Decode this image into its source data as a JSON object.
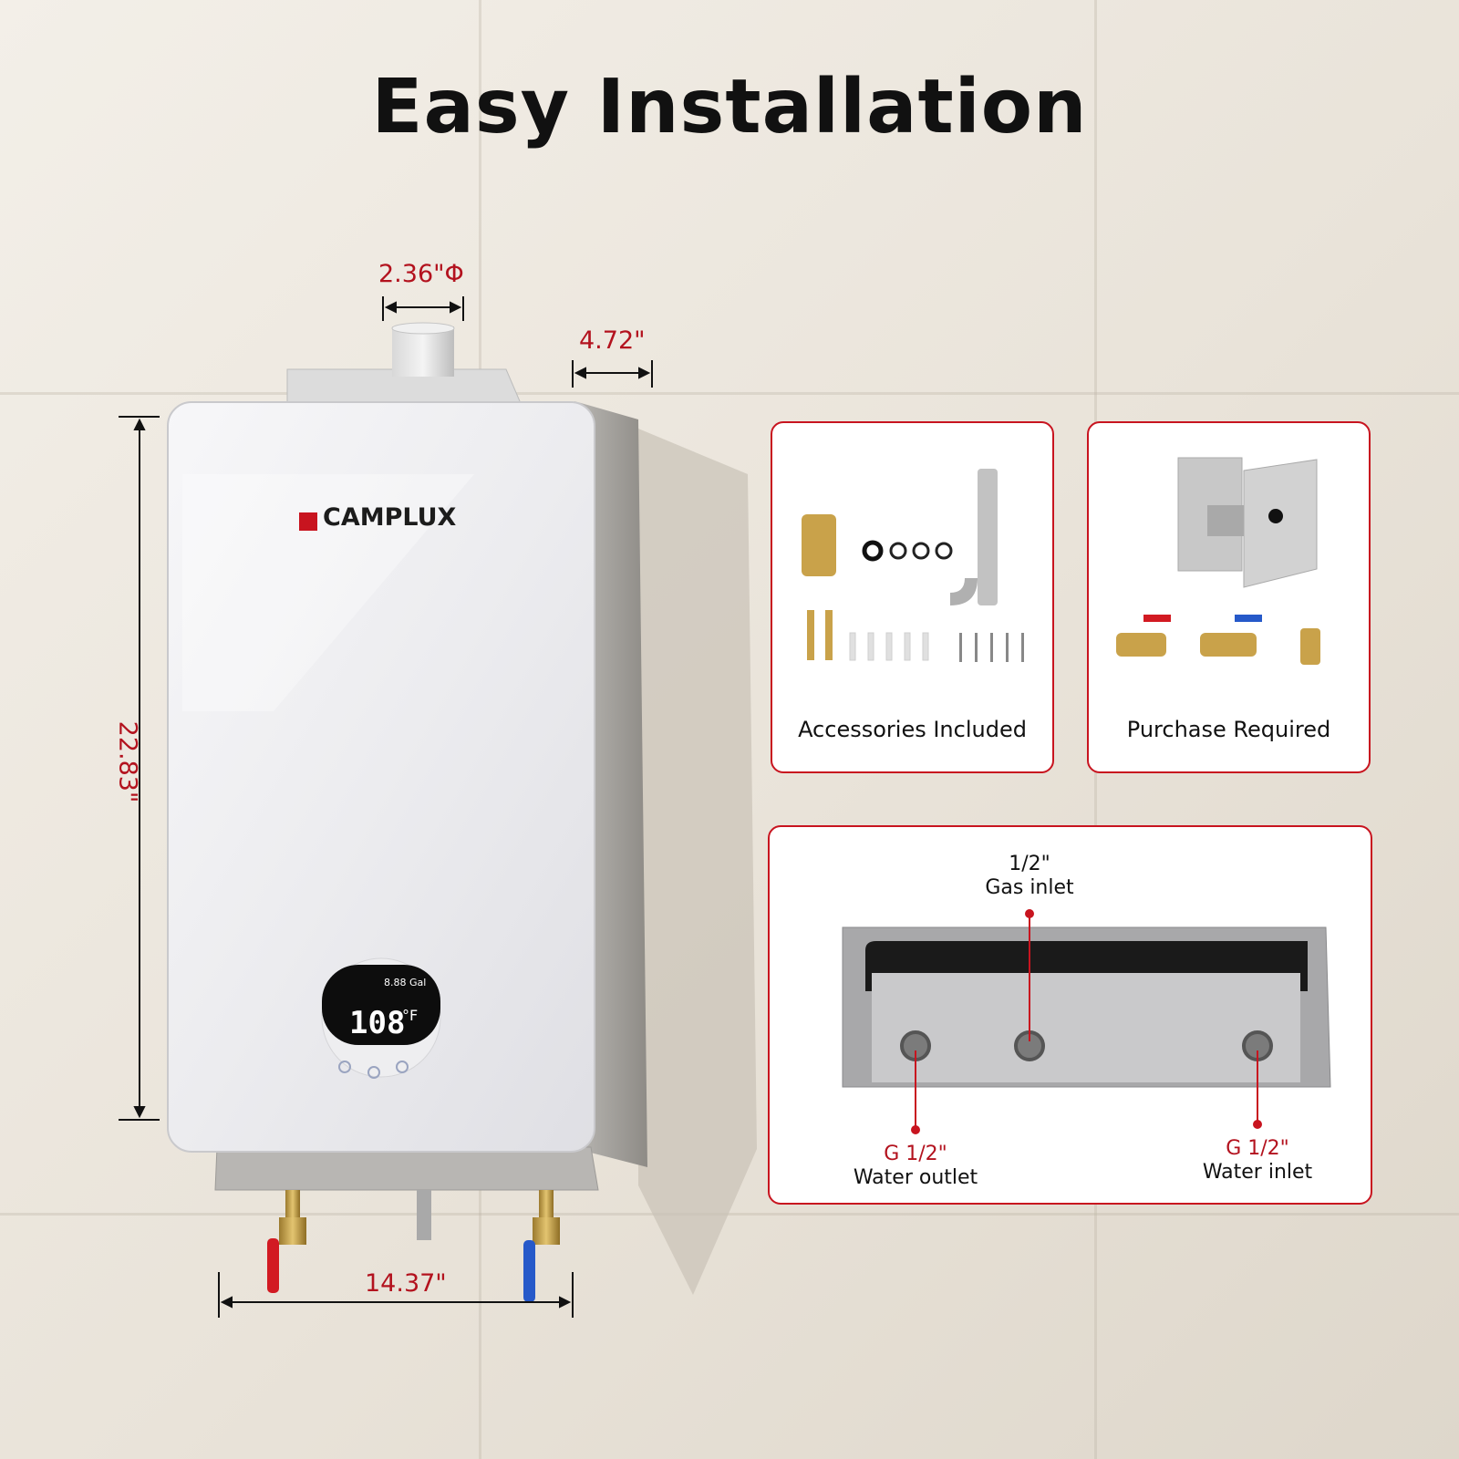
{
  "title": "Easy Installation",
  "brand": "CAMPLUX",
  "display": {
    "temperature": "108",
    "unit": "°F",
    "flow": "8.88 Gal"
  },
  "dimensions": {
    "flue_diameter": "2.36\"Φ",
    "depth": "4.72\"",
    "height": "22.83\"",
    "width": "14.37\""
  },
  "cards": {
    "accessories_label": "Accessories Included",
    "purchase_label": "Purchase Required"
  },
  "connections": {
    "gas": {
      "size": "1/2\"",
      "name": "Gas inlet"
    },
    "water_outlet": {
      "size": "G 1/2\"",
      "name": "Water outlet"
    },
    "water_inlet": {
      "size": "G 1/2\"",
      "name": "Water inlet"
    }
  },
  "colors": {
    "accent": "#c8141f",
    "dimension_red": "#b3121e"
  }
}
